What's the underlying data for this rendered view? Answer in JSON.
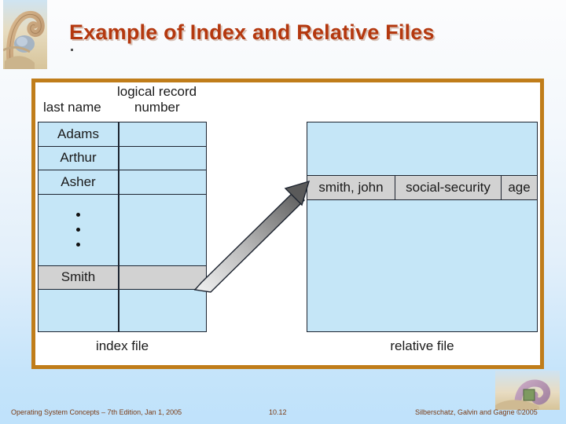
{
  "slide": {
    "title": "Example of Index and Relative Files",
    "title_color": "#b4380f",
    "frame_border_color": "#c07d1a",
    "table_fill_color": "#c5e6f7",
    "highlight_fill_color": "#d2d2d2"
  },
  "figure": {
    "index": {
      "header_line1": "logical record",
      "header_line2_left": "last name",
      "header_line2_right": "number",
      "caption": "index file",
      "rows": [
        {
          "name": "Adams",
          "number": "",
          "highlight": false,
          "kind": "data"
        },
        {
          "name": "Arthur",
          "number": "",
          "highlight": false,
          "kind": "data"
        },
        {
          "name": "Asher",
          "number": "",
          "highlight": false,
          "kind": "data"
        },
        {
          "name": "",
          "number": "",
          "highlight": false,
          "kind": "ellipsis"
        },
        {
          "name": "Smith",
          "number": "",
          "highlight": true,
          "kind": "data"
        },
        {
          "name": "",
          "number": "",
          "highlight": false,
          "kind": "blank"
        }
      ]
    },
    "relative": {
      "caption": "relative file",
      "record": {
        "name": "smith, john",
        "ssn": "social-security",
        "age": "age"
      }
    },
    "arrow": {
      "label": "index-to-record-pointer"
    }
  },
  "footer": {
    "left": "Operating System Concepts – 7th Edition, Jan 1, 2005",
    "slide_number": "10.12",
    "right": "Silberschatz, Galvin and Gagne ©2005"
  }
}
